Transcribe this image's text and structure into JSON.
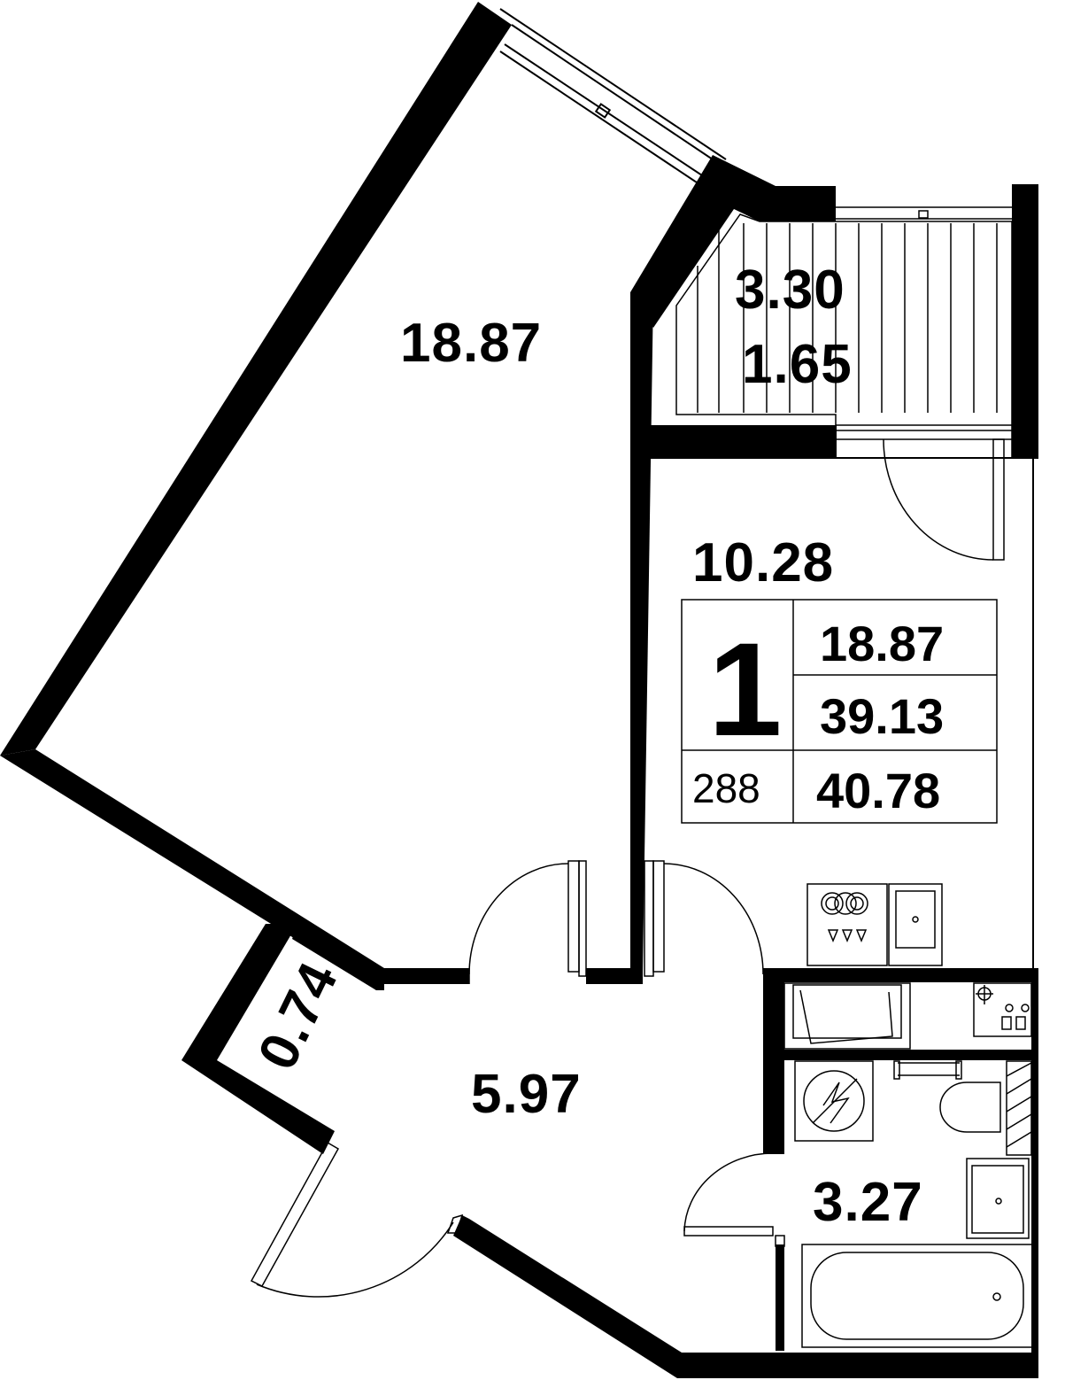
{
  "rooms": {
    "living_room_area": "18.87",
    "loggia_area": "3.30",
    "loggia_area_reduced": "1.65",
    "kitchen_area": "10.28",
    "hallway_area": "5.97",
    "closet_area": "0.74",
    "bathroom_area": "3.27"
  },
  "summary_table": {
    "room_count": "1",
    "living_area": "18.87",
    "total_area": "39.13",
    "total_area_with_loggia": "40.78",
    "apartment_number": "288"
  },
  "colors": {
    "wall": "#000000",
    "background": "#ffffff",
    "line": "#000000"
  }
}
